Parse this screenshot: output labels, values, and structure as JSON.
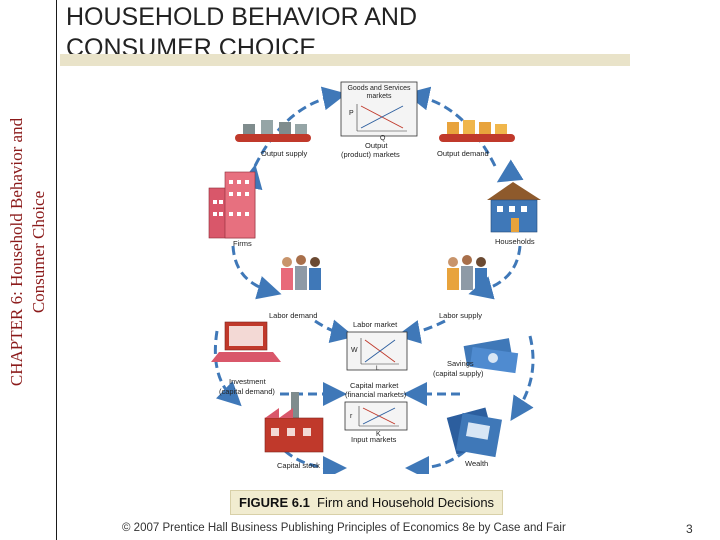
{
  "side_title": {
    "line1": "CHAPTER 6: Household Behavior and",
    "line2": "Consumer Choice"
  },
  "title": {
    "line1": "HOUSEHOLD BEHAVIOR AND",
    "line2": "CONSUMER CHOICE"
  },
  "diagram": {
    "goods_market": {
      "line1": "Goods and Services",
      "line2": "markets",
      "p": "P",
      "q": "Q"
    },
    "output_market": {
      "line1": "Output",
      "line2": "(product) markets"
    },
    "output_supply": "Output supply",
    "output_demand": "Output demand",
    "firms": "Firms",
    "households": "Households",
    "labor_demand": "Labor demand",
    "labor_supply": "Labor supply",
    "labor_market": {
      "title": "Labor market",
      "w": "W",
      "l": "L"
    },
    "savings": {
      "line1": "Savings",
      "line2": "(capital supply)"
    },
    "investment": {
      "line1": "Investment",
      "line2": "(capital demand)"
    },
    "capital_market": {
      "line1": "Capital market",
      "line2": "(financial markets)",
      "r": "r",
      "k": "K"
    },
    "input_markets": "Input markets",
    "capital_stock": "Capital stock",
    "wealth": "Wealth"
  },
  "caption": {
    "label": "FIGURE 6.1",
    "text": "Firm and Household Decisions"
  },
  "footer": "© 2007 Prentice Hall Business Publishing   Principles of Economics 8e by Case and Fair",
  "page_number": "3",
  "colors": {
    "side_title": "#8b1a1a",
    "arrow": "#3f78b8",
    "title_bar": "#e9e3c9",
    "caption_bg": "#f1ecd0"
  }
}
